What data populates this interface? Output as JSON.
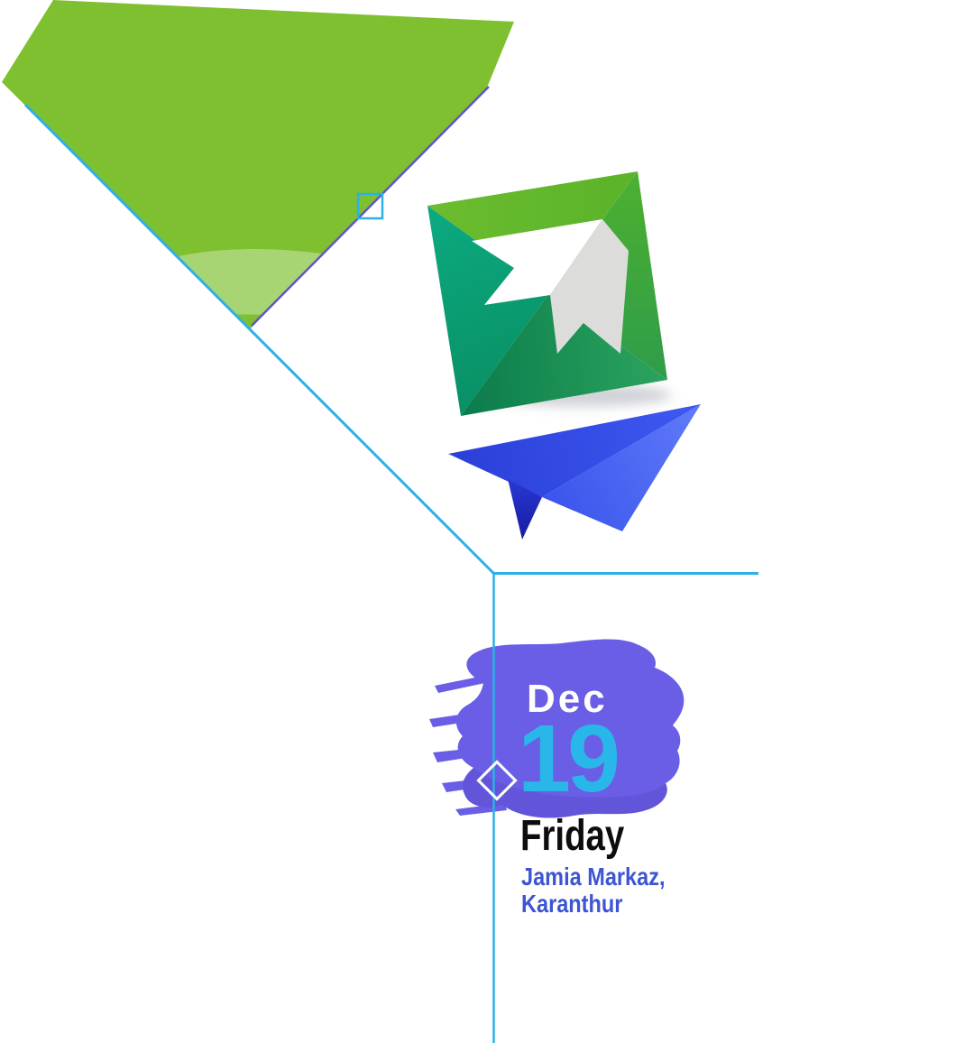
{
  "badge": {
    "month": "Dec",
    "day": "19"
  },
  "event": {
    "weekday": "Friday",
    "venue_line1": "Jamia Markaz,",
    "venue_line2": "Karanthur"
  },
  "colors": {
    "background": "#ffffff",
    "banner_green": "#7ec02f",
    "banner_highlight": "rgba(255,255,255,0.33)",
    "accent_cyan_line": "#2eb0e6",
    "accent_purple_line": "#6056c5",
    "brush_purple": "#6a5ee6",
    "brush_purple_shade": "#5b4ecf",
    "day_cyan": "#29b6e8",
    "venue_blue": "#3d55d2",
    "weekday_black": "#0d0d0d",
    "logo_top_green": "#67b92d",
    "logo_left_teal": "#0baa7e",
    "logo_right_green": "#3ea63c",
    "logo_bottom_green": "#0e7f50",
    "logo_arrow_white": "#ffffff",
    "logo_arrow_grey": "#dcdcda",
    "plane_blue": "#3450ea",
    "plane_keel_navy": "#161d9f",
    "white_brush": "#ffffff"
  }
}
